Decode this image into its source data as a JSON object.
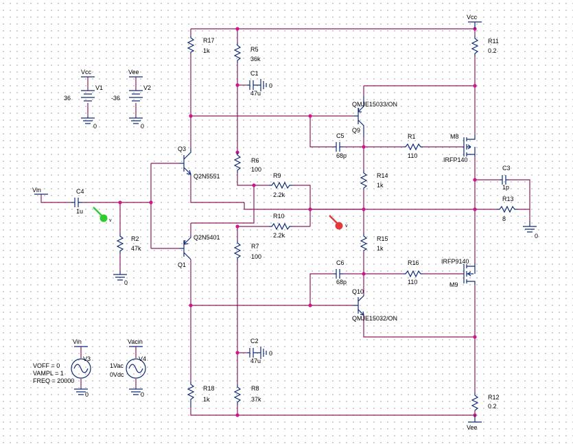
{
  "schematic": {
    "components": [
      {
        "id": "R17",
        "value": "1k"
      },
      {
        "id": "R5",
        "value": "36k"
      },
      {
        "id": "R11",
        "value": "0.2"
      },
      {
        "id": "C1",
        "value": "47u"
      },
      {
        "id": "R6",
        "value": "100"
      },
      {
        "id": "R9",
        "value": "2.2k"
      },
      {
        "id": "R10",
        "value": "2.2k"
      },
      {
        "id": "R7",
        "value": "100"
      },
      {
        "id": "R2",
        "value": "47k"
      },
      {
        "id": "C4",
        "value": "1u"
      },
      {
        "id": "C5",
        "value": "68p"
      },
      {
        "id": "R1",
        "value": "110"
      },
      {
        "id": "R14",
        "value": "1k"
      },
      {
        "id": "R15",
        "value": "1k"
      },
      {
        "id": "C6",
        "value": "68p"
      },
      {
        "id": "R16",
        "value": "110"
      },
      {
        "id": "C3",
        "value": "1p"
      },
      {
        "id": "R13",
        "value": "8"
      },
      {
        "id": "C2",
        "value": "47u"
      },
      {
        "id": "R18",
        "value": "1k"
      },
      {
        "id": "R8",
        "value": "37k"
      },
      {
        "id": "R12",
        "value": "0.2"
      },
      {
        "id": "V1",
        "value": "36"
      },
      {
        "id": "V2",
        "value": "-36"
      }
    ],
    "transistors": [
      {
        "id": "Q3",
        "part": "Q2N5551"
      },
      {
        "id": "Q1",
        "part": "Q2N5401"
      },
      {
        "id": "Q9",
        "part": "QMJE15033/ON"
      },
      {
        "id": "Q10",
        "part": "QMJE15032/ON"
      },
      {
        "id": "M8",
        "part": "IRFP140"
      },
      {
        "id": "M9",
        "part": "IRFP9140"
      }
    ],
    "sources": {
      "v3": {
        "id": "V3",
        "net": "Vin",
        "voff": "VOFF = 0",
        "vampl": "VAMPL = 1",
        "freq": "FREQ = 20000"
      },
      "v4": {
        "id": "V4",
        "net": "Vacin",
        "ac": "1Vac",
        "dc": "0Vdc"
      }
    },
    "nets": {
      "vcc": "Vcc",
      "vee": "Vee",
      "vin": "Vin",
      "gnd": "0"
    },
    "probe_markers": [
      {
        "label": "v",
        "color": "#2fcc2f"
      },
      {
        "label": "v",
        "color": "#e03a3a"
      }
    ],
    "colors": {
      "wire": "#8b1a5e",
      "part": "#0d2a7a",
      "junction": "#d0168a"
    }
  }
}
